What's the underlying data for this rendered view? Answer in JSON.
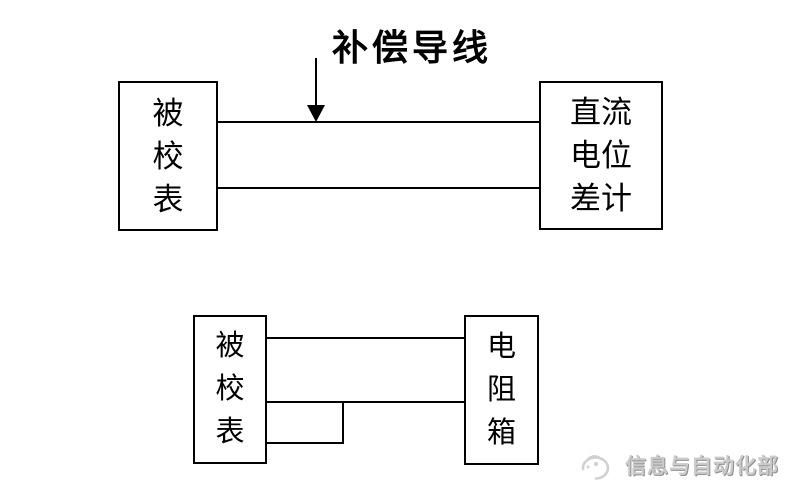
{
  "colors": {
    "background": "#ffffff",
    "line": "#000000",
    "watermark_text": "#cbcbcb",
    "watermark_shadow": "#8f8f8f"
  },
  "top_diagram": {
    "arrow_label": "补偿导线",
    "left_box": {
      "name": "被校表",
      "chars": [
        "被",
        "校",
        "表"
      ]
    },
    "right_box": {
      "name": "直流电位差计",
      "lines": [
        "直流",
        "电位",
        "差计"
      ]
    }
  },
  "bottom_diagram": {
    "left_box": {
      "name": "被校表",
      "chars": [
        "被",
        "校",
        "表"
      ]
    },
    "right_box": {
      "name": "电阻箱",
      "chars": [
        "电",
        "阻",
        "箱"
      ]
    }
  },
  "watermark": {
    "text": "信息与自动化部"
  }
}
